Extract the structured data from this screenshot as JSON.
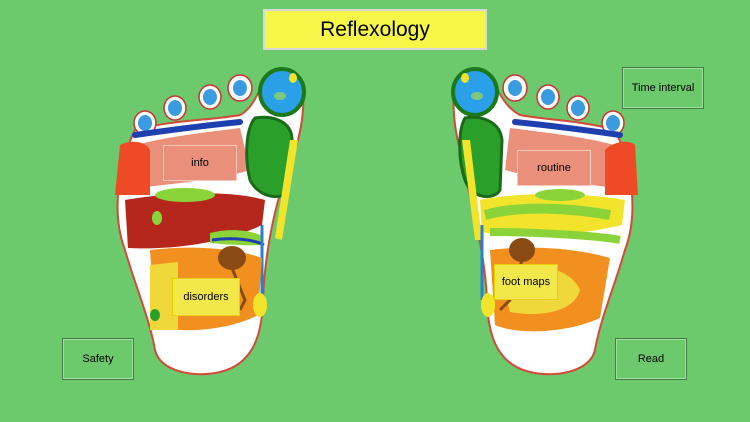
{
  "header": {
    "title": "Reflexology"
  },
  "buttons": {
    "time_interval": "Time interval",
    "safety": "Safety",
    "read": "Read"
  },
  "zones": {
    "info": "info",
    "disorders": "disorders",
    "routine": "routine",
    "foot_maps": "foot maps"
  },
  "colors": {
    "background": "#6cc96c",
    "title_bg": "#f7f74a"
  }
}
